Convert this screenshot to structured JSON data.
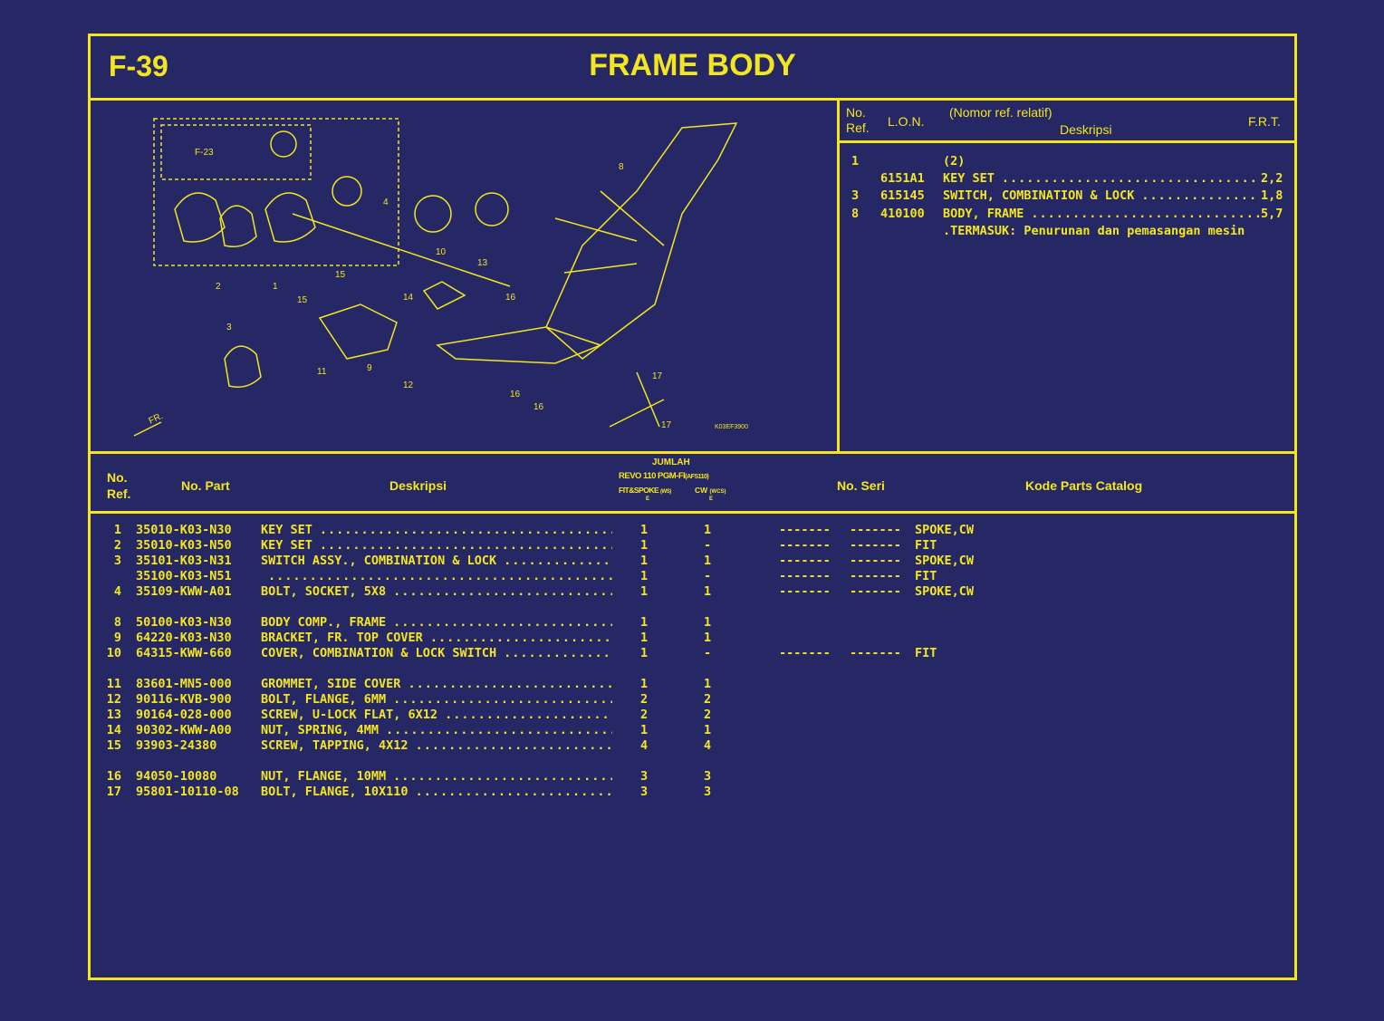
{
  "page": {
    "code": "F-39",
    "title": "FRAME BODY"
  },
  "colors": {
    "background": "#262866",
    "ink": "#f4e61e"
  },
  "diagram": {
    "ref_label": "F-23",
    "front_label": "FR.",
    "drawing_code": "K03EF3900",
    "callouts": [
      "1",
      "2",
      "3",
      "4",
      "8",
      "10",
      "11",
      "9",
      "12",
      "13",
      "14",
      "15",
      "15",
      "16",
      "16",
      "16",
      "17",
      "17"
    ]
  },
  "frt": {
    "headers": {
      "no": "No.",
      "ref": "Ref.",
      "lon": "L.O.N.",
      "relative": "(Nomor ref. relatif)",
      "desc": "Deskripsi",
      "frt": "F.R.T."
    },
    "rows": [
      {
        "ref": "1",
        "lon": "",
        "desc": "(2)",
        "frt": "",
        "dots": false
      },
      {
        "ref": "",
        "lon": "6151A1",
        "desc": "KEY SET",
        "frt": "2,2",
        "dots": true
      },
      {
        "ref": "3",
        "lon": "615145",
        "desc": "SWITCH, COMBINATION & LOCK",
        "frt": "1,8",
        "dots": true
      },
      {
        "ref": "8",
        "lon": "410100",
        "desc": "BODY, FRAME",
        "frt": "5,7",
        "dots": true
      },
      {
        "ref": "",
        "lon": "",
        "desc": ".TERMASUK: Penurunan dan pemasangan mesin",
        "frt": "",
        "dots": false
      }
    ]
  },
  "parts": {
    "headers": {
      "no": "No.",
      "ref": "Ref.",
      "part": "No. Part",
      "desc": "Deskripsi",
      "jumlah": "JUMLAH",
      "model": "REVO 110 PGM-FI",
      "model_code": "(AFS110)",
      "col1": "FIT&SPOKE",
      "col1_code": "(WS)",
      "col2": "CW",
      "col2_code": "(WCS)",
      "col1_mark": "E",
      "col2_mark": "E",
      "serial": "No. Seri",
      "catalog": "Kode Parts Catalog"
    },
    "groups": [
      [
        {
          "ref": "1",
          "part": "35010-K03-N30",
          "desc": "KEY SET",
          "q1": "1",
          "q2": "1",
          "s1": "-------",
          "s2": "-------",
          "cat": "SPOKE,CW"
        },
        {
          "ref": "2",
          "part": "35010-K03-N50",
          "desc": "KEY SET",
          "q1": "1",
          "q2": "-",
          "s1": "-------",
          "s2": "-------",
          "cat": "FIT"
        },
        {
          "ref": "3",
          "part": "35101-K03-N31",
          "desc": "SWITCH ASSY., COMBINATION & LOCK",
          "q1": "1",
          "q2": "1",
          "s1": "-------",
          "s2": "-------",
          "cat": "SPOKE,CW"
        },
        {
          "ref": "",
          "part": "35100-K03-N51",
          "desc": "",
          "q1": "1",
          "q2": "-",
          "s1": "-------",
          "s2": "-------",
          "cat": "FIT"
        },
        {
          "ref": "4",
          "part": "35109-KWW-A01",
          "desc": "BOLT, SOCKET, 5X8",
          "q1": "1",
          "q2": "1",
          "s1": "-------",
          "s2": "-------",
          "cat": "SPOKE,CW"
        }
      ],
      [
        {
          "ref": "8",
          "part": "50100-K03-N30",
          "desc": "BODY COMP., FRAME",
          "q1": "1",
          "q2": "1",
          "s1": "",
          "s2": "",
          "cat": ""
        },
        {
          "ref": "9",
          "part": "64220-K03-N30",
          "desc": "BRACKET, FR. TOP COVER",
          "q1": "1",
          "q2": "1",
          "s1": "",
          "s2": "",
          "cat": ""
        },
        {
          "ref": "10",
          "part": "64315-KWW-660",
          "desc": "COVER, COMBINATION & LOCK SWITCH",
          "q1": "1",
          "q2": "-",
          "s1": "-------",
          "s2": "-------",
          "cat": "FIT"
        }
      ],
      [
        {
          "ref": "11",
          "part": "83601-MN5-000",
          "desc": "GROMMET, SIDE COVER",
          "q1": "1",
          "q2": "1",
          "s1": "",
          "s2": "",
          "cat": ""
        },
        {
          "ref": "12",
          "part": "90116-KVB-900",
          "desc": "BOLT, FLANGE, 6MM",
          "q1": "2",
          "q2": "2",
          "s1": "",
          "s2": "",
          "cat": ""
        },
        {
          "ref": "13",
          "part": "90164-028-000",
          "desc": "SCREW, U-LOCK FLAT, 6X12",
          "q1": "2",
          "q2": "2",
          "s1": "",
          "s2": "",
          "cat": ""
        },
        {
          "ref": "14",
          "part": "90302-KWW-A00",
          "desc": "NUT, SPRING, 4MM",
          "q1": "1",
          "q2": "1",
          "s1": "",
          "s2": "",
          "cat": ""
        },
        {
          "ref": "15",
          "part": "93903-24380",
          "desc": "SCREW, TAPPING, 4X12",
          "q1": "4",
          "q2": "4",
          "s1": "",
          "s2": "",
          "cat": ""
        }
      ],
      [
        {
          "ref": "16",
          "part": "94050-10080",
          "desc": "NUT, FLANGE, 10MM",
          "q1": "3",
          "q2": "3",
          "s1": "",
          "s2": "",
          "cat": ""
        },
        {
          "ref": "17",
          "part": "95801-10110-08",
          "desc": "BOLT, FLANGE, 10X110",
          "q1": "3",
          "q2": "3",
          "s1": "",
          "s2": "",
          "cat": ""
        }
      ]
    ]
  }
}
